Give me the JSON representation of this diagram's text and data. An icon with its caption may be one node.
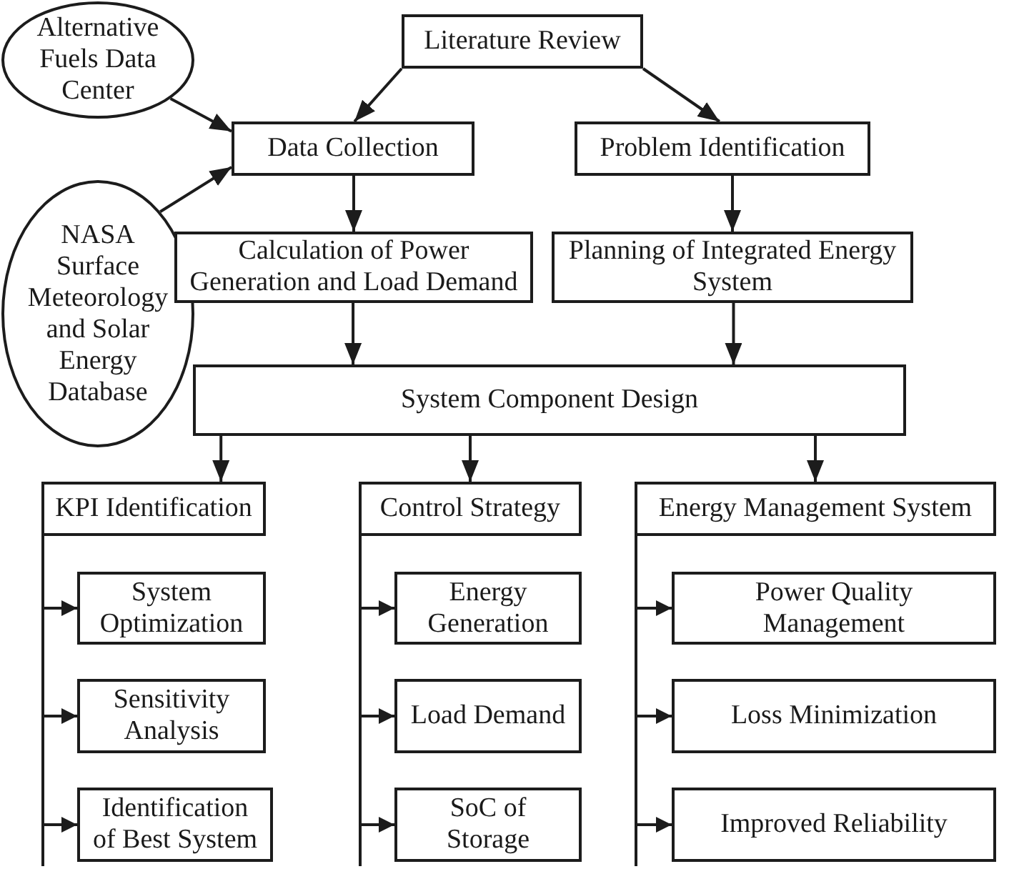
{
  "diagram": {
    "nodes": [
      {
        "text": [
          "Alternative Fuels Data Center"
        ]
      },
      {
        "text": [
          "Literature Review"
        ]
      },
      {
        "text": [
          "Data Collection"
        ]
      },
      {
        "text": [
          "Problem Identification"
        ]
      },
      {
        "text": [
          "NASA Surface Meteorology and Solar Energy Database"
        ]
      },
      {
        "text": [
          "Calculation of Power Generation and Load Demand"
        ]
      },
      {
        "text": [
          "Planning of Integrated Energy System"
        ]
      },
      {
        "text": [
          "System Component Design"
        ]
      },
      {
        "text": [
          "KPI Identification"
        ]
      },
      {
        "text": [
          "Control Strategy"
        ]
      },
      {
        "text": [
          "Energy Management System"
        ]
      },
      {
        "text": [
          "System Optimization"
        ]
      },
      {
        "text": [
          "Energy Generation"
        ]
      },
      {
        "text": [
          "Power Quality Management"
        ]
      },
      {
        "text": [
          "Sensitivity Analysis"
        ]
      },
      {
        "text": [
          "Load Demand"
        ]
      },
      {
        "text": [
          "Loss Minimization"
        ]
      },
      {
        "text": [
          "Identification of Best System"
        ]
      },
      {
        "text": [
          "SoC of Storage"
        ]
      },
      {
        "text": [
          "Improved Reliability"
        ]
      }
    ],
    "edges": [
      {
        "from": 0,
        "to": 2,
        "arrow": "to"
      },
      {
        "from": 4,
        "to": 2,
        "arrow": "to"
      },
      {
        "from": 1,
        "to": 2,
        "arrow": "to"
      },
      {
        "from": 1,
        "to": 3,
        "arrow": "to"
      },
      {
        "from": 2,
        "to": 5,
        "arrow": "to"
      },
      {
        "from": 3,
        "to": 6,
        "arrow": "to"
      },
      {
        "from": 5,
        "to": 7,
        "arrow": "to"
      },
      {
        "from": 6,
        "to": 7,
        "arrow": "to"
      },
      {
        "from": 7,
        "to": 8,
        "arrow": "to"
      },
      {
        "from": 7,
        "to": 9,
        "arrow": "to"
      },
      {
        "from": 7,
        "to": 10,
        "arrow": "to"
      },
      {
        "from": 8,
        "to": 11,
        "arrow": "to"
      },
      {
        "from": 8,
        "to": 14,
        "arrow": "to"
      },
      {
        "from": 8,
        "to": 17,
        "arrow": "to"
      },
      {
        "from": 9,
        "to": 12,
        "arrow": "to"
      },
      {
        "from": 9,
        "to": 15,
        "arrow": "to"
      },
      {
        "from": 9,
        "to": 18,
        "arrow": "to"
      },
      {
        "from": 10,
        "to": 13,
        "arrow": "to"
      },
      {
        "from": 10,
        "to": 16,
        "arrow": "to"
      },
      {
        "from": 10,
        "to": 19,
        "arrow": "to"
      }
    ]
  }
}
